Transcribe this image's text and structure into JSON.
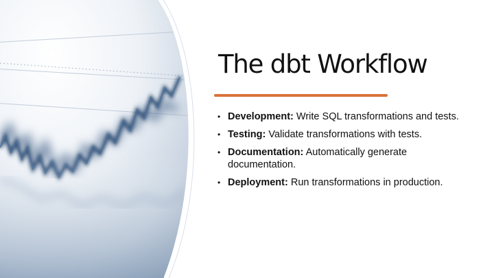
{
  "slide": {
    "title": "The dbt Workflow",
    "accent_color": "#d9733b",
    "bullet_symbol": "•",
    "bullets": [
      {
        "term": "Development:",
        "text": "Write SQL transformations and tests."
      },
      {
        "term": "Testing:",
        "text": "Validate transformations with tests."
      },
      {
        "term": "Documentation:",
        "text": "Automatically generate documentation."
      },
      {
        "term": "Deployment:",
        "text": "Run transformations in production."
      }
    ]
  },
  "image": {
    "icon": "stock-chart-photo",
    "tone_color": "#4a6a8c"
  }
}
